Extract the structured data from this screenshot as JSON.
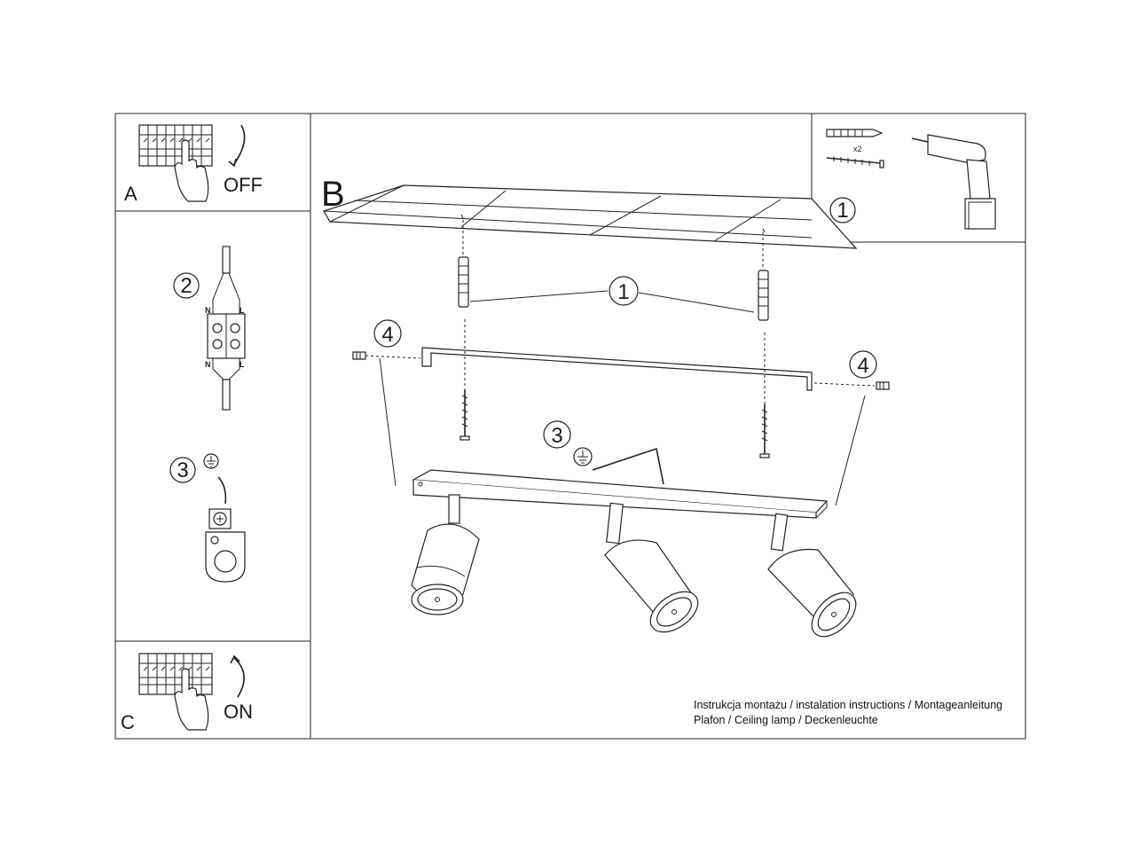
{
  "panel_a": {
    "letter": "A",
    "label": "OFF"
  },
  "panel_c": {
    "letter": "C",
    "label": "ON"
  },
  "panel_b": {
    "letter": "B"
  },
  "step_wiring": {
    "number": "2",
    "terminal_n": "N",
    "terminal_l": "L"
  },
  "step_ground": {
    "number": "3"
  },
  "tools_box": {
    "number": "1",
    "quantity": "x2"
  },
  "main_callouts": {
    "anchor": "1",
    "ground": "3",
    "screw_left": "4",
    "screw_right": "4"
  },
  "caption": {
    "line1": "Instrukcja montażu / instalation instructions / Montageanleitung",
    "line2": "Plafon / Ceiling lamp / Deckenleuchte"
  },
  "icons": [
    "breaker-panel-icon",
    "hand-icon",
    "rotate-arrow-icon",
    "ground-symbol-icon",
    "wall-plug-icon",
    "screw-icon",
    "drill-icon",
    "terminal-block-icon",
    "spotlight-icon"
  ]
}
